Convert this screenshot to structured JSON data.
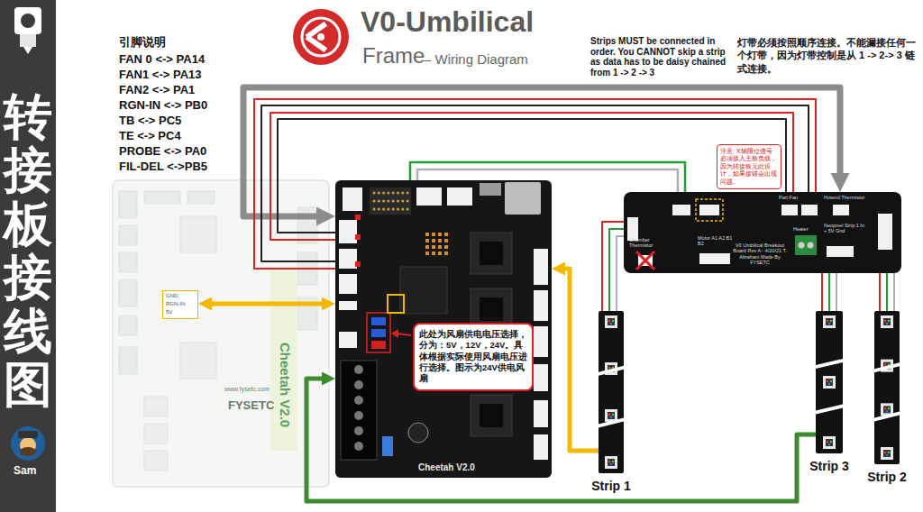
{
  "diagram": {
    "title": "V0-Umbilical",
    "nodes": [
      {
        "text": [
          "转接板接线图"
        ]
      },
      {
        "text": [
          "Cheetah V2.0",
          "www.fysetc.com",
          "FYSETC"
        ]
      },
      {
        "text": [
          "GND",
          "RGN-IN",
          "5V"
        ],
        "in": 1
      },
      {
        "text": [
          "Cheetah V2.0"
        ]
      },
      {
        "text": [
          "此处为风扇供电电压选择，分为：5V，12V，24V。具体根据实际使用风扇电压进行选择。图示为24V供电风扇"
        ],
        "in": 3
      },
      {
        "text": [
          "注意: X轴限位信号必须接入主板负载，因为转接板无此设计，如果接错会出现问题。"
        ]
      },
      {
        "text": [
          "V0 Umbilical Breakout Board Rev A - 4/20/21 T. Abraham Made By FYSETC",
          "Chamber Thermistor",
          "Motor A1 A2 B1 B2",
          "Heater",
          "Neopixel Strip 1 In + 5V Gnd",
          "Part Fan",
          "Hotend Thermistor"
        ]
      },
      {
        "text": [
          "Strip 1"
        ]
      },
      {
        "text": [
          "Strip 3"
        ]
      },
      {
        "text": [
          "Strip 2"
        ]
      }
    ],
    "edges": [
      {
        "from": 2,
        "to": 3,
        "arrow": "both"
      },
      {
        "from": 7,
        "to": 3,
        "arrow": "to"
      },
      {
        "from": 8,
        "to": 3,
        "arrow": "to"
      },
      {
        "from": 3,
        "to": 6,
        "arrow": "both"
      },
      {
        "from": 3,
        "to": 6,
        "arrow": "none"
      },
      {
        "from": 3,
        "to": 6,
        "arrow": "none"
      },
      {
        "from": 3,
        "to": 6,
        "arrow": "none"
      },
      {
        "from": 3,
        "to": 6,
        "arrow": "none"
      },
      {
        "from": 3,
        "to": 6,
        "arrow": "none"
      },
      {
        "from": 3,
        "to": 6,
        "arrow": "none"
      },
      {
        "from": 6,
        "to": 7,
        "arrow": "none"
      },
      {
        "from": 6,
        "to": 7,
        "arrow": "none"
      },
      {
        "from": 6,
        "to": 7,
        "arrow": "none"
      },
      {
        "from": 6,
        "to": 8,
        "arrow": "none"
      },
      {
        "from": 6,
        "to": 8,
        "arrow": "none"
      },
      {
        "from": 6,
        "to": 8,
        "arrow": "none"
      },
      {
        "from": 6,
        "to": 9,
        "arrow": "none"
      },
      {
        "from": 6,
        "to": 9,
        "arrow": "none"
      },
      {
        "from": 6,
        "to": 9,
        "arrow": "none"
      }
    ],
    "labels": [
      "Frame",
      "– Wiring Diagram",
      "引脚说明",
      "FAN 0 <-> PA14",
      "FAN1 <-> PA13",
      "FAN2 <-> PA1",
      "RGN-IN <-> PB0",
      "TB <-> PC5",
      "TE <-> PC4",
      "PROBE <-> PA0",
      "FIL-DEL <->PB5",
      "Strips MUST be connected in order. You CANNOT skip a strip as data has to be daisy chained from 1 -> 2 -> 3",
      "灯带必须按照顺序连接。不能漏接任何一个灯带，因为灯带控制是从 1 -> 2-> 3 链式连接。",
      "Sam"
    ]
  }
}
